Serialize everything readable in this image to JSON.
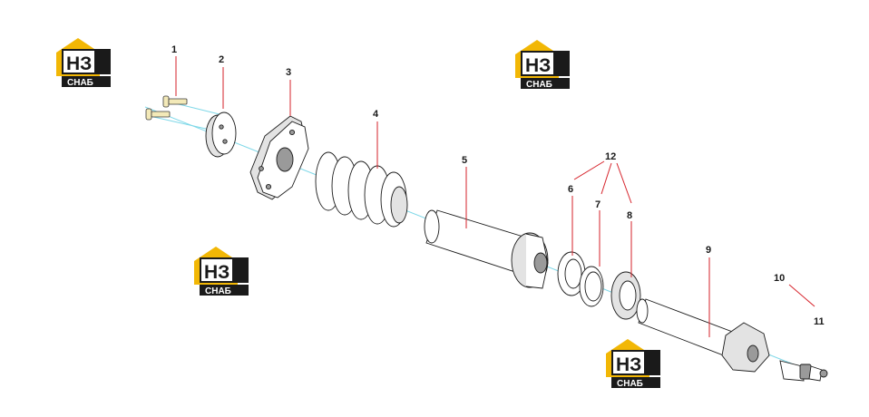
{
  "callouts": [
    "1",
    "2",
    "3",
    "4",
    "5",
    "6",
    "7",
    "8",
    "9",
    "10",
    "11",
    "12"
  ],
  "watermark": {
    "letters": "НЗ",
    "subtitle": "СНАБ"
  },
  "colors": {
    "leader": "#d6222a",
    "axis": "#7fd8e8",
    "logo_yellow": "#f2b705",
    "logo_black": "#1a1a1a"
  }
}
